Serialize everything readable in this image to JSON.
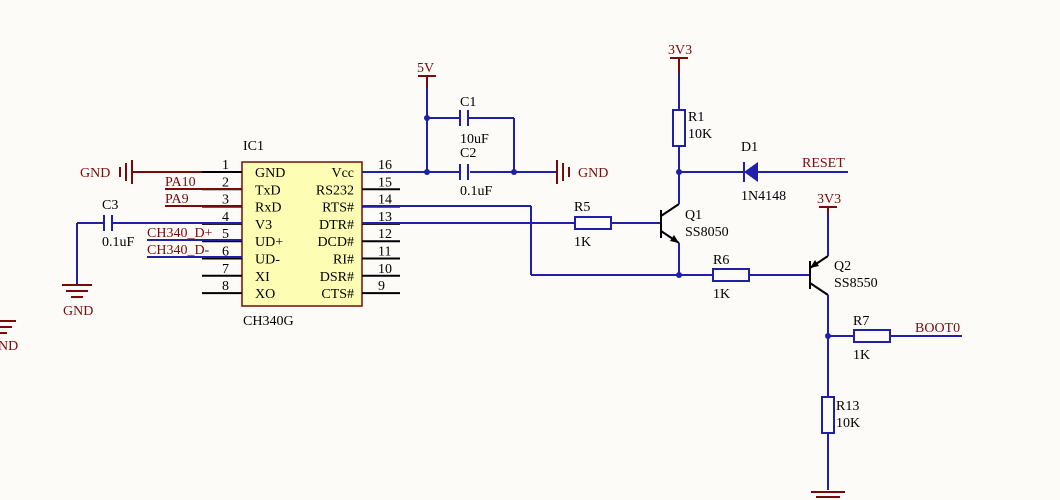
{
  "power": {
    "v5": "5V",
    "v3a": "3V3",
    "v3b": "3V3",
    "gnd_left": "GND",
    "gnd_right": "GND",
    "gnd_c3": "GND",
    "gnd_edge": "ND"
  },
  "ic": {
    "ref": "IC1",
    "part": "CH340G",
    "left_pins": [
      {
        "num": "1",
        "name": "GND"
      },
      {
        "num": "2",
        "name": "TxD"
      },
      {
        "num": "3",
        "name": "RxD"
      },
      {
        "num": "4",
        "name": "V3"
      },
      {
        "num": "5",
        "name": "UD+"
      },
      {
        "num": "6",
        "name": "UD-"
      },
      {
        "num": "7",
        "name": "XI"
      },
      {
        "num": "8",
        "name": "XO"
      }
    ],
    "right_pins": [
      {
        "num": "16",
        "name": "Vcc"
      },
      {
        "num": "15",
        "name": "RS232"
      },
      {
        "num": "14",
        "name": "RTS#"
      },
      {
        "num": "13",
        "name": "DTR#"
      },
      {
        "num": "12",
        "name": "DCD#"
      },
      {
        "num": "11",
        "name": "RI#"
      },
      {
        "num": "10",
        "name": "DSR#"
      },
      {
        "num": "9",
        "name": "CTS#"
      }
    ]
  },
  "nets": {
    "pa10": "PA10",
    "pa9": "PA9",
    "dplus": "CH340_D+",
    "dminus": "CH340_D-",
    "reset": "RESET",
    "boot0": "BOOT0"
  },
  "components": {
    "c1": {
      "ref": "C1",
      "value": "10uF"
    },
    "c2": {
      "ref": "C2",
      "value": "0.1uF"
    },
    "c3": {
      "ref": "C3",
      "value": "0.1uF"
    },
    "r1": {
      "ref": "R1",
      "value": "10K"
    },
    "r5": {
      "ref": "R5",
      "value": "1K"
    },
    "r6": {
      "ref": "R6",
      "value": "1K"
    },
    "r7": {
      "ref": "R7",
      "value": "1K"
    },
    "r13": {
      "ref": "R13",
      "value": "10K"
    },
    "d1": {
      "ref": "D1",
      "value": "1N4148"
    },
    "q1": {
      "ref": "Q1",
      "value": "SS8050"
    },
    "q2": {
      "ref": "Q2",
      "value": "SS8550"
    }
  },
  "colors": {
    "wire": "#1f1fa8",
    "power": "#7a0a0a",
    "ic_fill": "#fefdb4",
    "background": "#fdfbf8"
  }
}
